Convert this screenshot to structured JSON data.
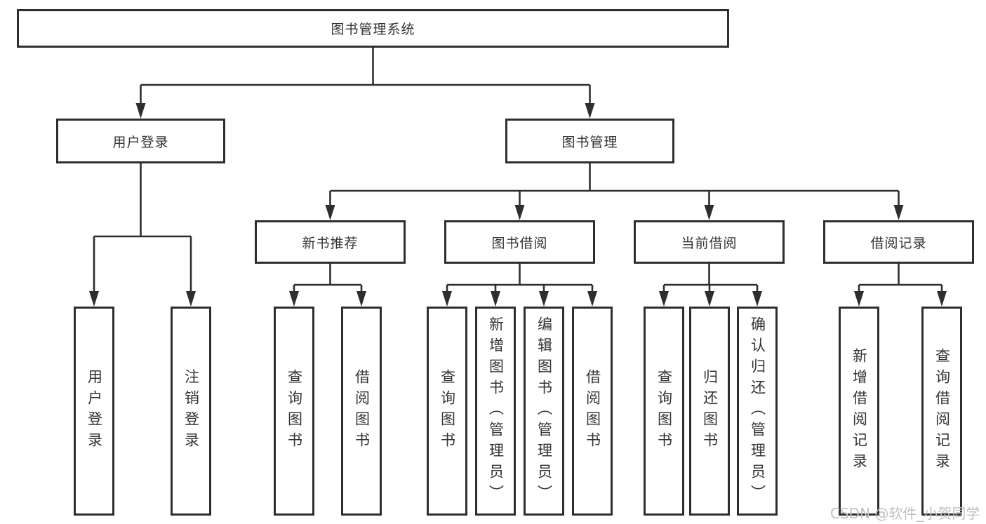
{
  "diagram": {
    "title": "图书管理系统",
    "colors": {
      "line": "#2e2e2e",
      "border": "#2e2e2e",
      "text": "#333333",
      "watermark": "#c0c0c0",
      "background": "#ffffff"
    },
    "nodes": {
      "root": "图书管理系统",
      "level2": [
        "用户登录",
        "图书管理"
      ],
      "level3": [
        "新书推荐",
        "图书借阅",
        "当前借阅",
        "借阅记录"
      ],
      "leaves_user_login": [
        "用户登录",
        "注销登录"
      ],
      "leaves_new_book": [
        "查询图书",
        "借阅图书"
      ],
      "leaves_book_borrow": [
        "查询图书",
        "新增图书（管理员）",
        "编辑图书（管理员）",
        "借阅图书"
      ],
      "leaves_current_borrow": [
        "查询图书",
        "归还图书",
        "确认归还（管理员）"
      ],
      "leaves_borrow_record": [
        "新增借阅记录",
        "查询借阅记录"
      ]
    },
    "hierarchy": {
      "图书管理系统": {
        "用户登录": [
          "用户登录",
          "注销登录"
        ],
        "图书管理": {
          "新书推荐": [
            "查询图书",
            "借阅图书"
          ],
          "图书借阅": [
            "查询图书",
            "新增图书（管理员）",
            "编辑图书（管理员）",
            "借阅图书"
          ],
          "当前借阅": [
            "查询图书",
            "归还图书",
            "确认归还（管理员）"
          ],
          "借阅记录": [
            "新增借阅记录",
            "查询借阅记录"
          ]
        }
      }
    },
    "watermark": "CSDN @软件_小贺同学"
  }
}
